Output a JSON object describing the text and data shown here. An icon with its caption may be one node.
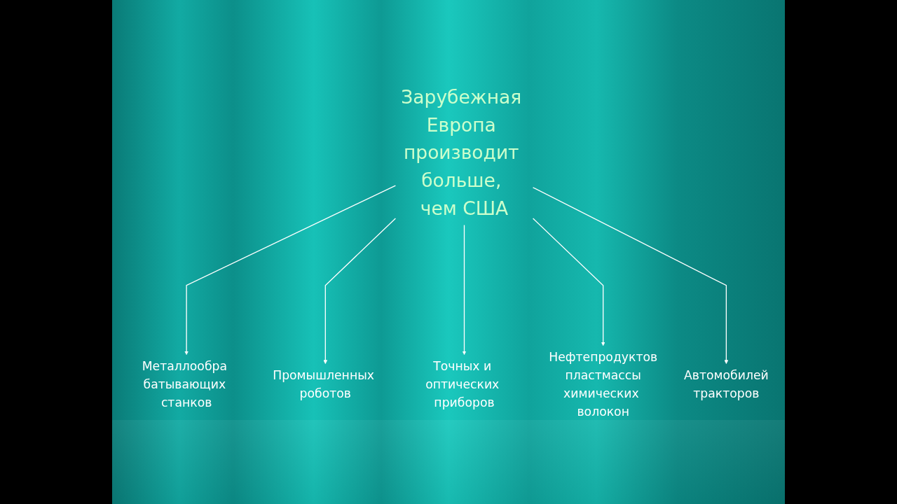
{
  "diagram": {
    "nodes": [
      {
        "text": [
          "Зарубежная Европа производит больше, чем США"
        ]
      },
      {
        "text": [
          "Металлообра батывающих станков"
        ]
      },
      {
        "text": [
          "Промышленных роботов"
        ]
      },
      {
        "text": [
          "Точных и оптических приборов"
        ]
      },
      {
        "text": [
          "Нефтепродуктов",
          "пластмассы",
          "химических волокон"
        ]
      },
      {
        "text": [
          "Автомобилей",
          "тракторов"
        ]
      }
    ],
    "edges": [
      {
        "from": 0,
        "to": 1,
        "arrow": "to"
      },
      {
        "from": 0,
        "to": 2,
        "arrow": "to"
      },
      {
        "from": 0,
        "to": 3,
        "arrow": "to"
      },
      {
        "from": 0,
        "to": 4,
        "arrow": "to"
      },
      {
        "from": 0,
        "to": 5,
        "arrow": "to"
      }
    ]
  }
}
